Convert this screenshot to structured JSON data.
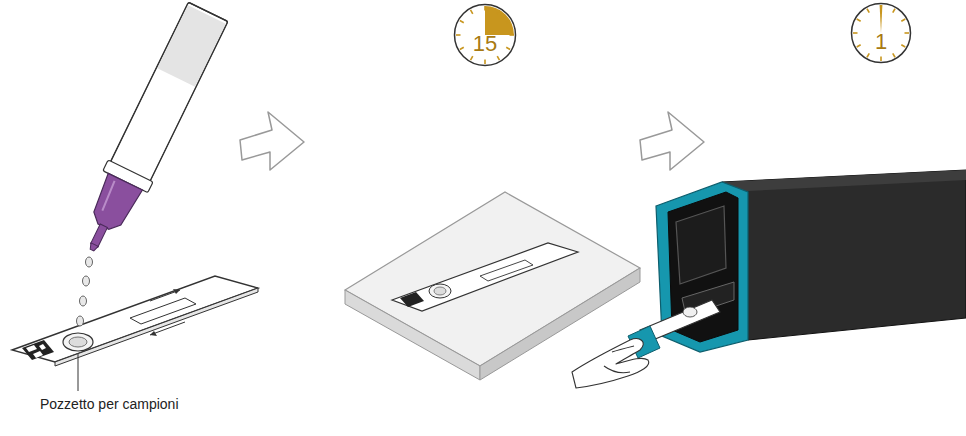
{
  "diagram": {
    "nodes": [
      {
        "text": [
          "15"
        ]
      },
      {
        "text": [
          "1"
        ]
      }
    ],
    "labels": [
      "Pozzetto per campioni"
    ]
  }
}
